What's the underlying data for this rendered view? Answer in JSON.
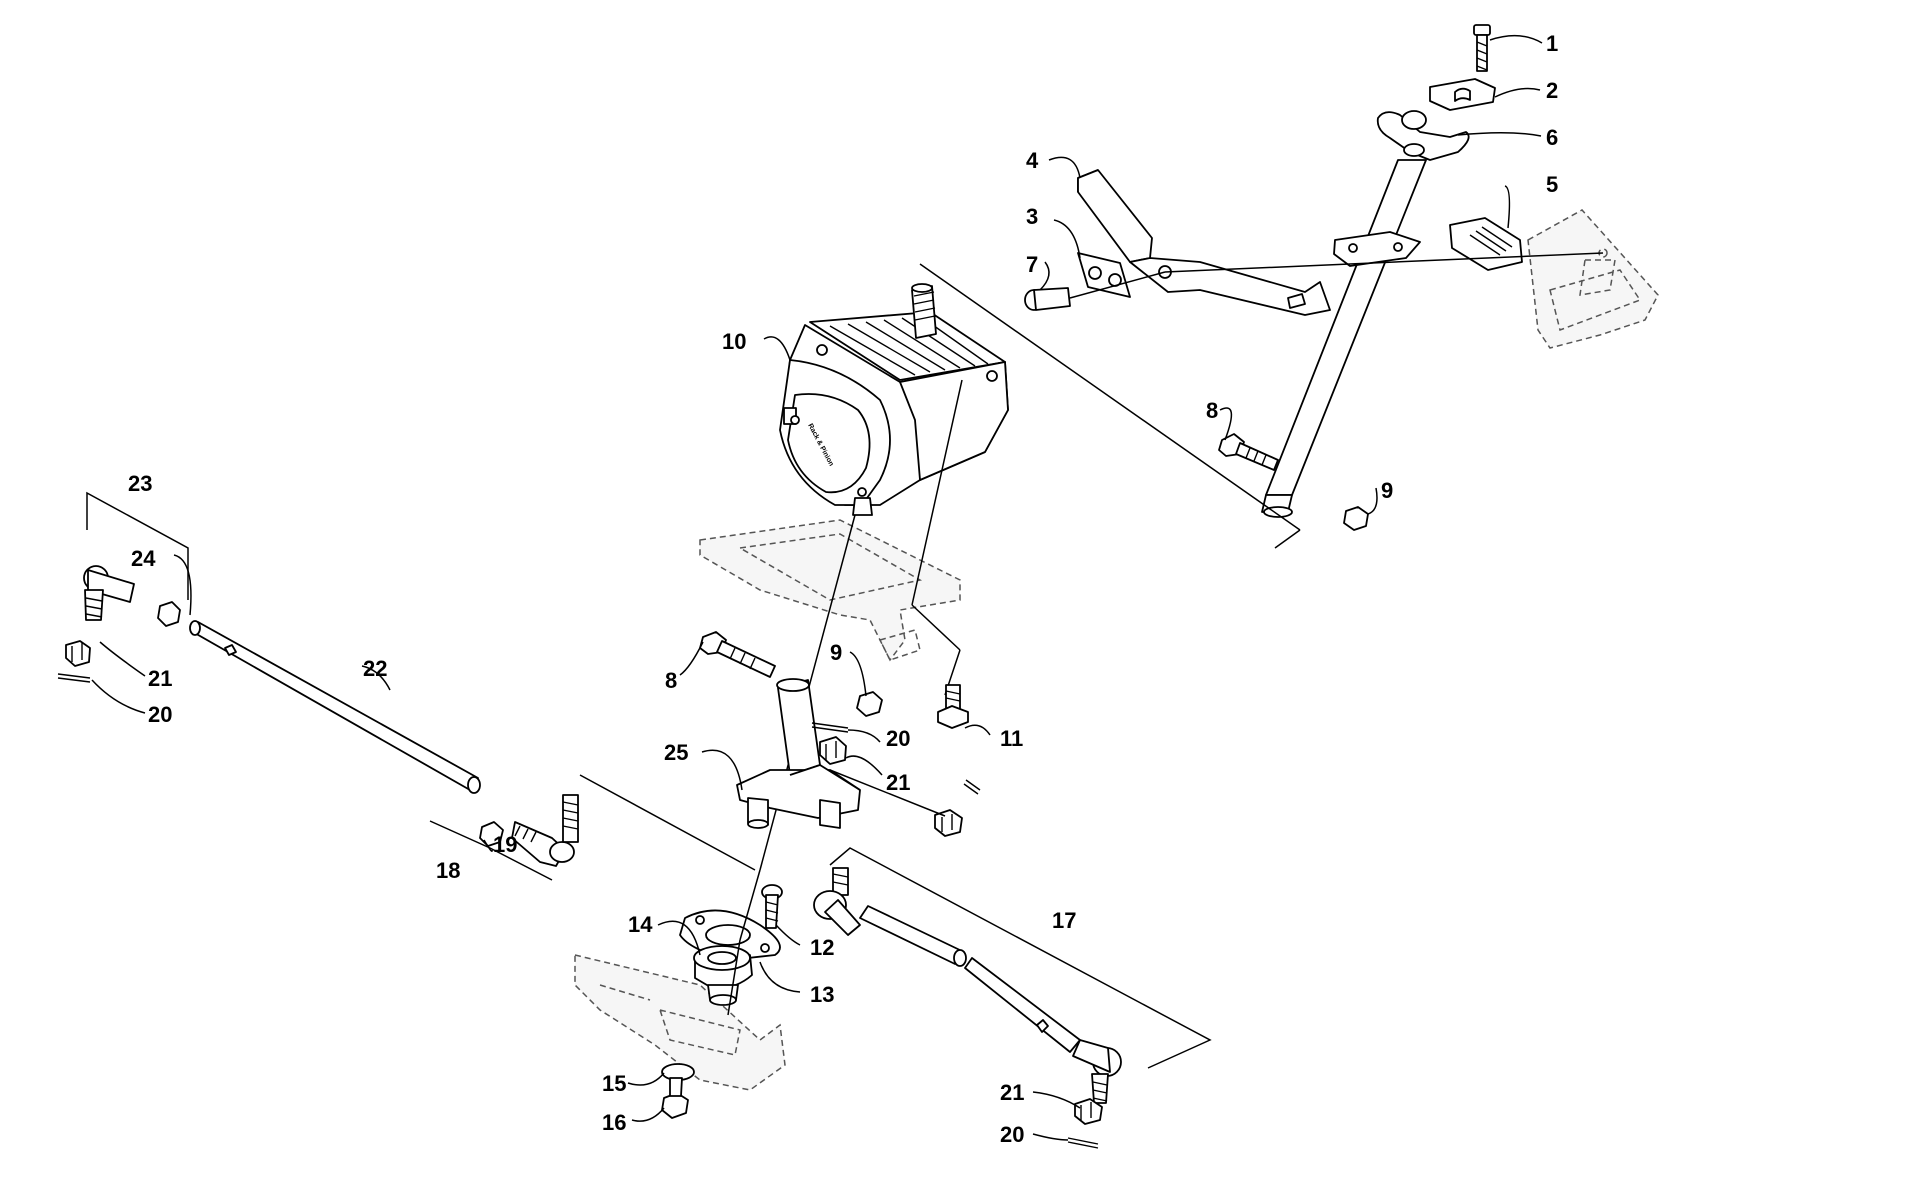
{
  "callouts": [
    {
      "id": "c1",
      "text": "1"
    },
    {
      "id": "c2",
      "text": "2"
    },
    {
      "id": "c6",
      "text": "6"
    },
    {
      "id": "c4",
      "text": "4"
    },
    {
      "id": "c5",
      "text": "5"
    },
    {
      "id": "c3",
      "text": "3"
    },
    {
      "id": "c7",
      "text": "7"
    },
    {
      "id": "c10",
      "text": "10"
    },
    {
      "id": "c8a",
      "text": "8"
    },
    {
      "id": "c9a",
      "text": "9"
    },
    {
      "id": "c23",
      "text": "23"
    },
    {
      "id": "c24",
      "text": "24"
    },
    {
      "id": "c22",
      "text": "22"
    },
    {
      "id": "c21a",
      "text": "21"
    },
    {
      "id": "c20a",
      "text": "20"
    },
    {
      "id": "c8b",
      "text": "8"
    },
    {
      "id": "c9b",
      "text": "9"
    },
    {
      "id": "c11",
      "text": "11"
    },
    {
      "id": "c20b",
      "text": "20"
    },
    {
      "id": "c25",
      "text": "25"
    },
    {
      "id": "c21b",
      "text": "21"
    },
    {
      "id": "c19",
      "text": "19"
    },
    {
      "id": "c18",
      "text": "18"
    },
    {
      "id": "c17",
      "text": "17"
    },
    {
      "id": "c14",
      "text": "14"
    },
    {
      "id": "c12",
      "text": "12"
    },
    {
      "id": "c13",
      "text": "13"
    },
    {
      "id": "c15",
      "text": "15"
    },
    {
      "id": "c16",
      "text": "16"
    },
    {
      "id": "c21c",
      "text": "21"
    },
    {
      "id": "c20c",
      "text": "20"
    }
  ],
  "gearbox_label": "Rack & Pinion"
}
